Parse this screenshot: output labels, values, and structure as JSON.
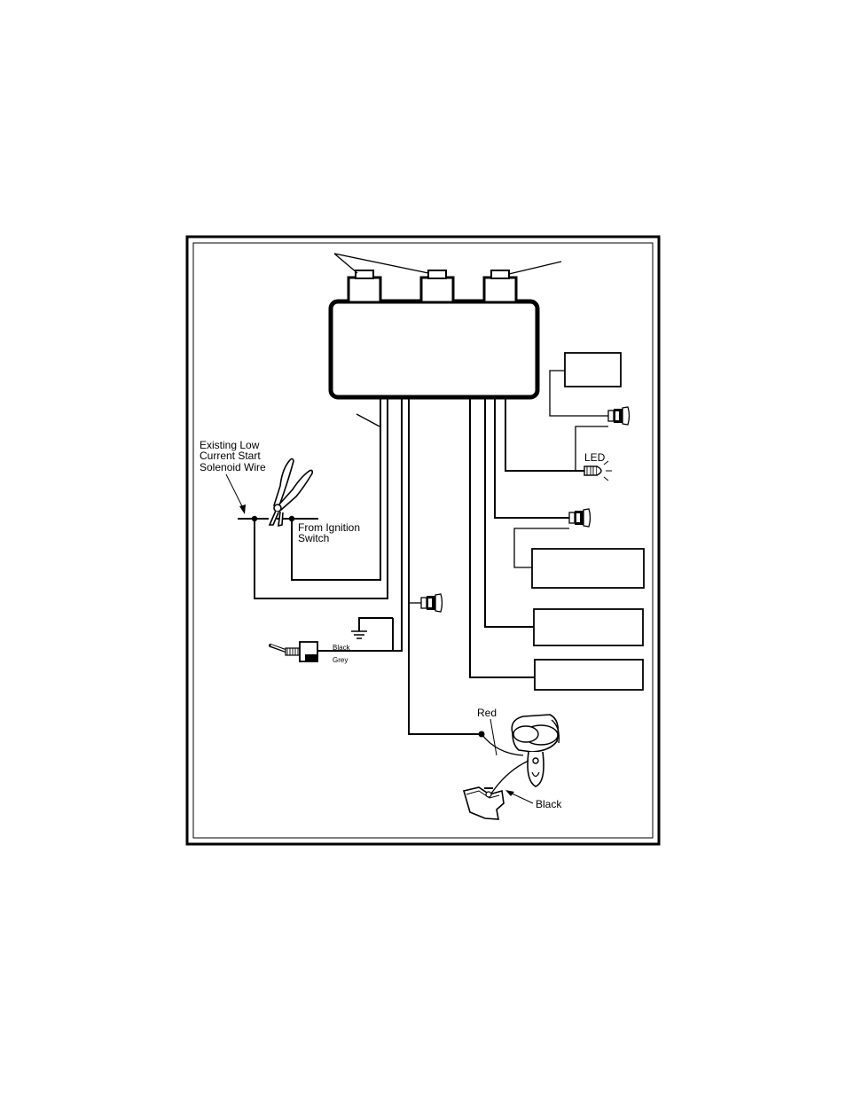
{
  "labels": {
    "solenoid_l1": "Existing Low",
    "solenoid_l2": "Current Start",
    "solenoid_l3": "Solenoid Wire",
    "ignition_l1": "From Ignition",
    "ignition_l2": "Switch",
    "led": "LED",
    "switch_black": "Black",
    "switch_grey": "Grey",
    "red": "Red",
    "black": "Black"
  },
  "icons": [
    "control-module",
    "wire-cutter-pliers",
    "ground-symbol",
    "toggle-switch",
    "led-bulb",
    "connector-plug",
    "hood-pin-switch"
  ]
}
